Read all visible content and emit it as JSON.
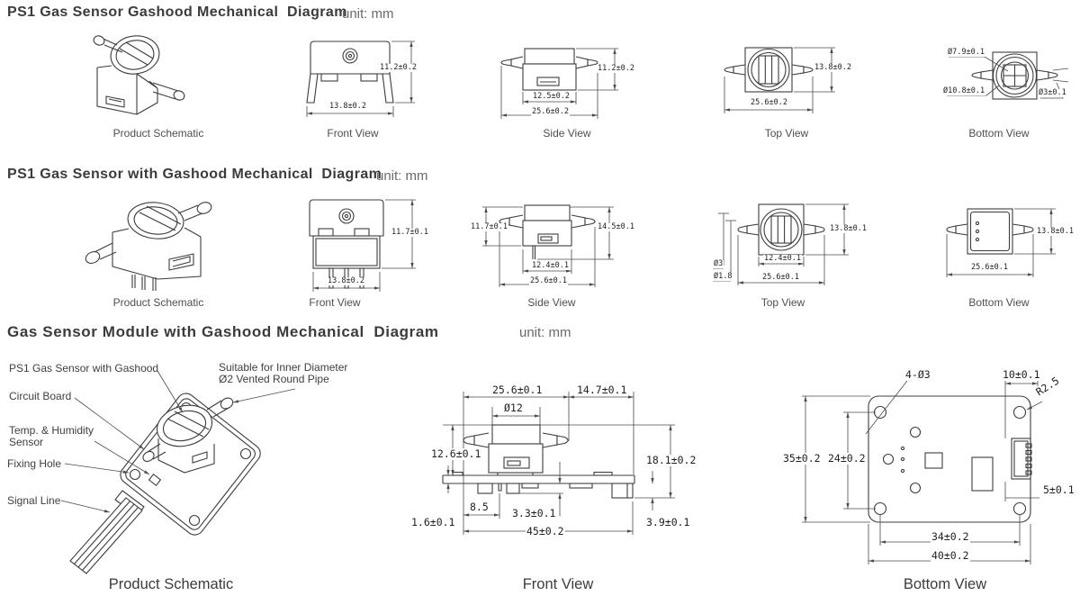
{
  "colors": {
    "background": "#ffffff",
    "draw_line": "#3c3c3c",
    "dim_line": "#4a4a4a",
    "title_text": "#3b3b3b",
    "unit_text": "#6a6a6a",
    "caption_text": "#4f4f4f"
  },
  "s1": {
    "title": "PS1 Gas Sensor Gashood Mechanical  Diagram",
    "unit": "unit: mm",
    "captions": {
      "schematic": "Product Schematic",
      "front": "Front View",
      "side": "Side View",
      "top": "Top View",
      "bottom": "Bottom View"
    },
    "front": {
      "height": "11.2±0.2",
      "width": "13.8±0.2"
    },
    "side": {
      "height": "11.2±0.2",
      "inner_width": "12.5±0.2",
      "width": "25.6±0.2"
    },
    "top": {
      "height": "13.8±0.2",
      "width": "25.6±0.2"
    },
    "bottom": {
      "inner_dia": "Ø7.9±0.1",
      "ring_dia": "Ø10.8±0.1",
      "nozzle_dia": "Ø3±0.1"
    }
  },
  "s2": {
    "title": "PS1 Gas Sensor with Gashood Mechanical  Diagram",
    "unit": "unit: mm",
    "captions": {
      "schematic": "Product Schematic",
      "front": "Front View",
      "side": "Side View",
      "top": "Top View",
      "bottom": "Bottom View"
    },
    "front": {
      "height": "11.7±0.1",
      "width": "13.8±0.2"
    },
    "side": {
      "height_left": "11.7±0.1",
      "height_right": "14.5±0.1",
      "inner_width": "12.4±0.1",
      "width": "25.6±0.1"
    },
    "top": {
      "nozzle_outer_dia": "Ø3",
      "nozzle_inner_dia": "Ø1.8",
      "height": "13.8±0.1",
      "inner_width": "12.4±0.1",
      "width": "25.6±0.1"
    },
    "bottom": {
      "height": "13.8±0.1",
      "width": "25.6±0.1"
    }
  },
  "s3": {
    "title": "Gas Sensor Module with Gashood Mechanical  Diagram",
    "unit": "unit: mm",
    "captions": {
      "schematic": "Product Schematic",
      "front": "Front View",
      "bottom": "Bottom View"
    },
    "labels": {
      "sensor": "PS1 Gas Sensor with Gashood",
      "circuit_board": "Circuit Board",
      "temp_humidity": "Temp. & Humidity\nSensor",
      "fixing_hole": "Fixing Hole",
      "signal_line": "Signal Line",
      "pipe_note": "Suitable for Inner Diameter\nØ2 Vented Round Pipe"
    },
    "front": {
      "top_width": "25.6±0.1",
      "top_width_right": "14.7±0.1",
      "hood_dia": "Ø12",
      "height_left": "12.6±0.1",
      "height_right": "18.1±0.2",
      "board_thickness": "1.6±0.1",
      "pin_offset": "8.5",
      "component_height": "3.3±0.1",
      "bottom_clearance": "3.9±0.1",
      "total_width": "45±0.2"
    },
    "bottom": {
      "mount_holes": "4-Ø3",
      "connector_offset": "10±0.1",
      "corner_radius": "R2.5",
      "board_height": "35±0.2",
      "hole_spacing_v": "24±0.2",
      "connector_edge": "5±0.1",
      "hole_spacing_h": "34±0.2",
      "board_width": "40±0.2"
    }
  }
}
